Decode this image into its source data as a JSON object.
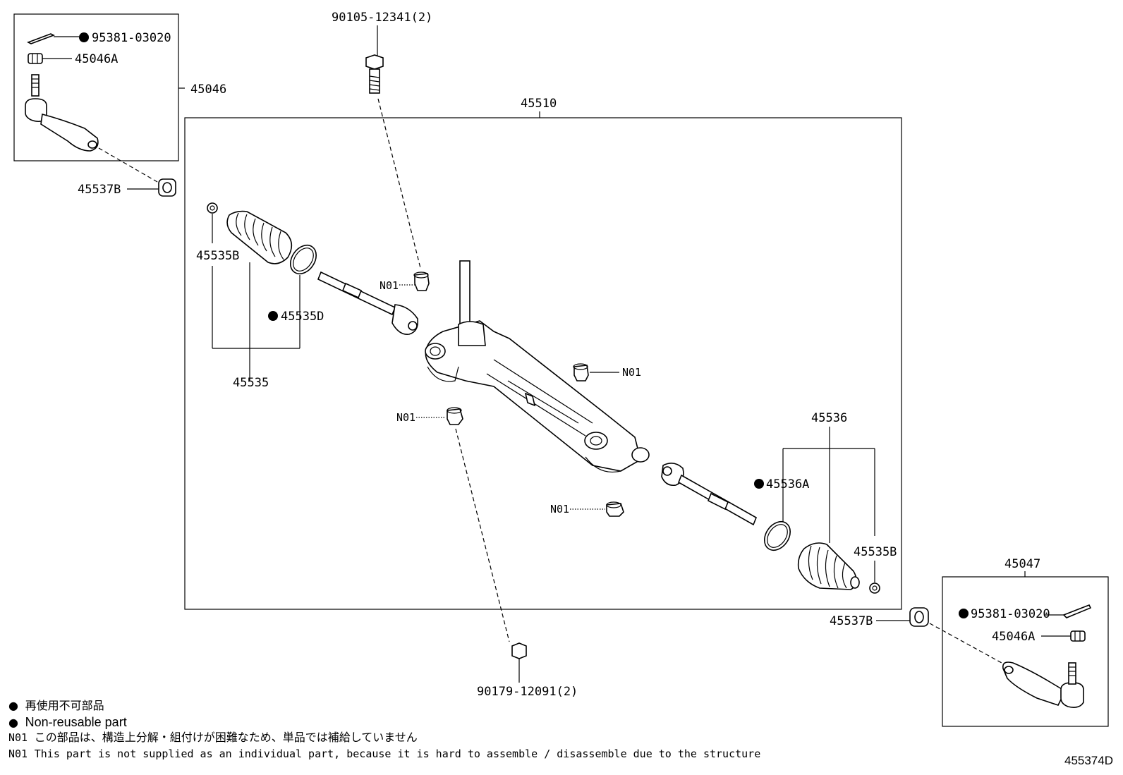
{
  "labels": {
    "p95381_tl": "95381-03020",
    "p45046A_tl": "45046A",
    "p45046": "45046",
    "p90105": "90105-12341(2)",
    "p45510": "45510",
    "p45537B_l": "45537B",
    "p45535B_l": "45535B",
    "p45535D": "45535D",
    "p45535": "45535",
    "n01_a": "N01",
    "n01_b": "N01",
    "n01_c": "N01",
    "n01_d": "N01",
    "p45536": "45536",
    "p45536A": "45536A",
    "p45535B_r": "45535B",
    "p45047": "45047",
    "p45537B_r": "45537B",
    "p95381_br": "95381-03020",
    "p45046A_br": "45046A",
    "p90179": "90179-12091(2)"
  },
  "legend": {
    "symbol": "●",
    "jp_nonreusable": "再使用不可部品",
    "en_nonreusable": "Non-reusable part",
    "n01_code": "N01",
    "jp_n01": "この部品は、構造上分解・組付けが困難なため、単品では補給していません",
    "en_n01": "This part is not supplied as an individual part, because it is hard to assemble / disassemble due to the structure"
  },
  "diagram_code": "455374D"
}
